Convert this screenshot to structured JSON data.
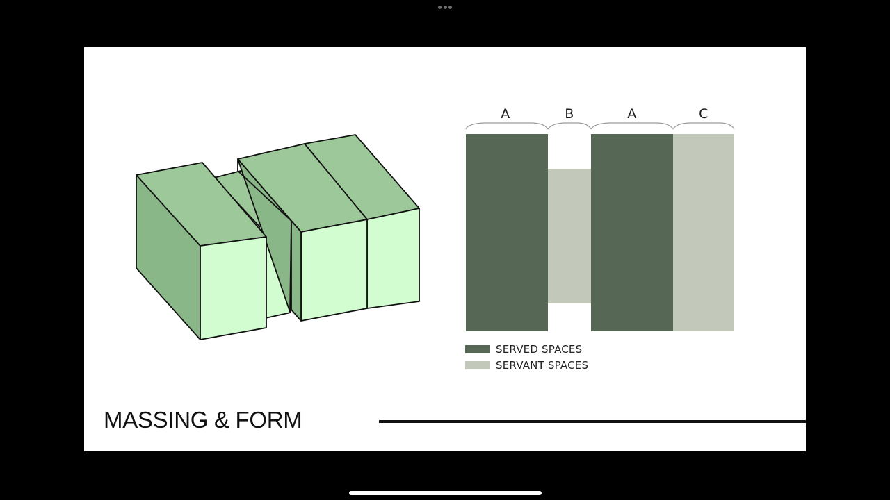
{
  "slide": {
    "title": "MASSING & FORM"
  },
  "diagram": {
    "columns": [
      {
        "label": "A",
        "type": "served"
      },
      {
        "label": "B",
        "type": "servant"
      },
      {
        "label": "A",
        "type": "served"
      },
      {
        "label": "C",
        "type": "servant"
      }
    ],
    "legend": [
      {
        "label": "SERVED SPACES",
        "color": "#566855"
      },
      {
        "label": "SERVANT SPACES",
        "color": "#c2c9bb"
      }
    ]
  },
  "colors": {
    "served": "#566855",
    "servant": "#c2c9bb",
    "massing_top": "#9dc99a",
    "massing_front": "#d2fdd1",
    "massing_side": "#8ab787"
  },
  "icons": {
    "top_bar": "more-dots-icon",
    "bottom_bar": "home-indicator"
  }
}
